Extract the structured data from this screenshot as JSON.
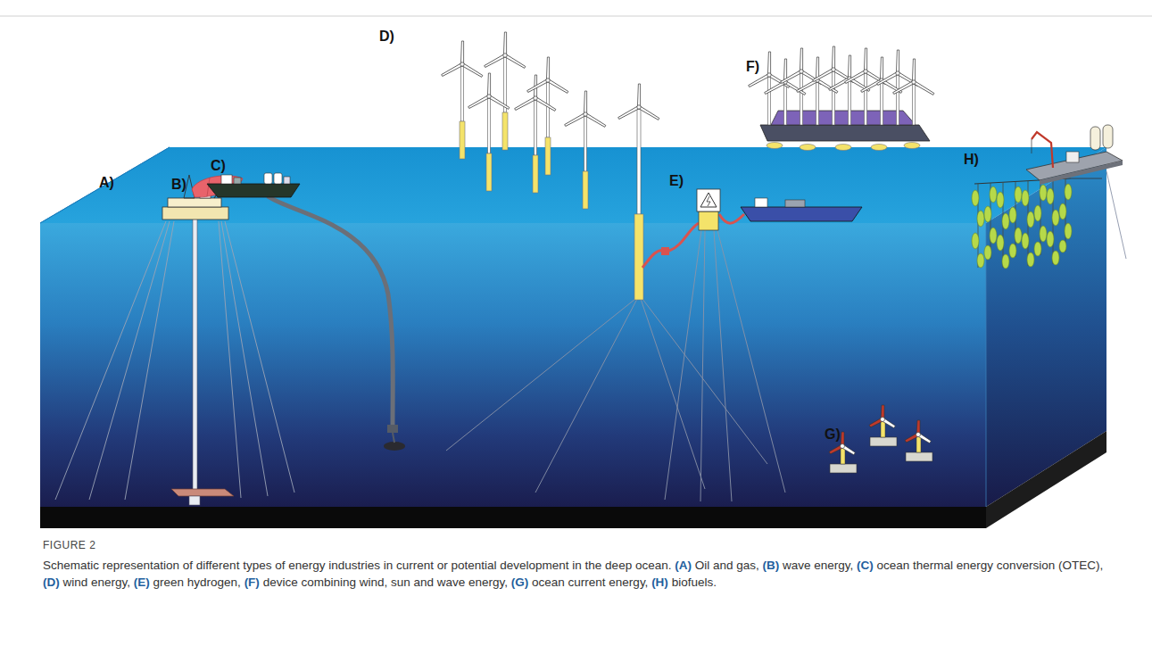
{
  "diagram": {
    "title": "FIGURE 2",
    "caption": "Schematic representation of different types of energy industries in current or potential development in the deep ocean. (A) Oil and gas, (B) wave energy, (C) ocean thermal energy conversion (OTEC), (D) wind energy, (E) green hydrogen, (F) device combining wind, sun and wave energy, (G) ocean current energy, (H) biofuels.",
    "labels": [
      "A)",
      "B)",
      "C)",
      "D)",
      "E)",
      "F)",
      "G)",
      "H)"
    ]
  }
}
